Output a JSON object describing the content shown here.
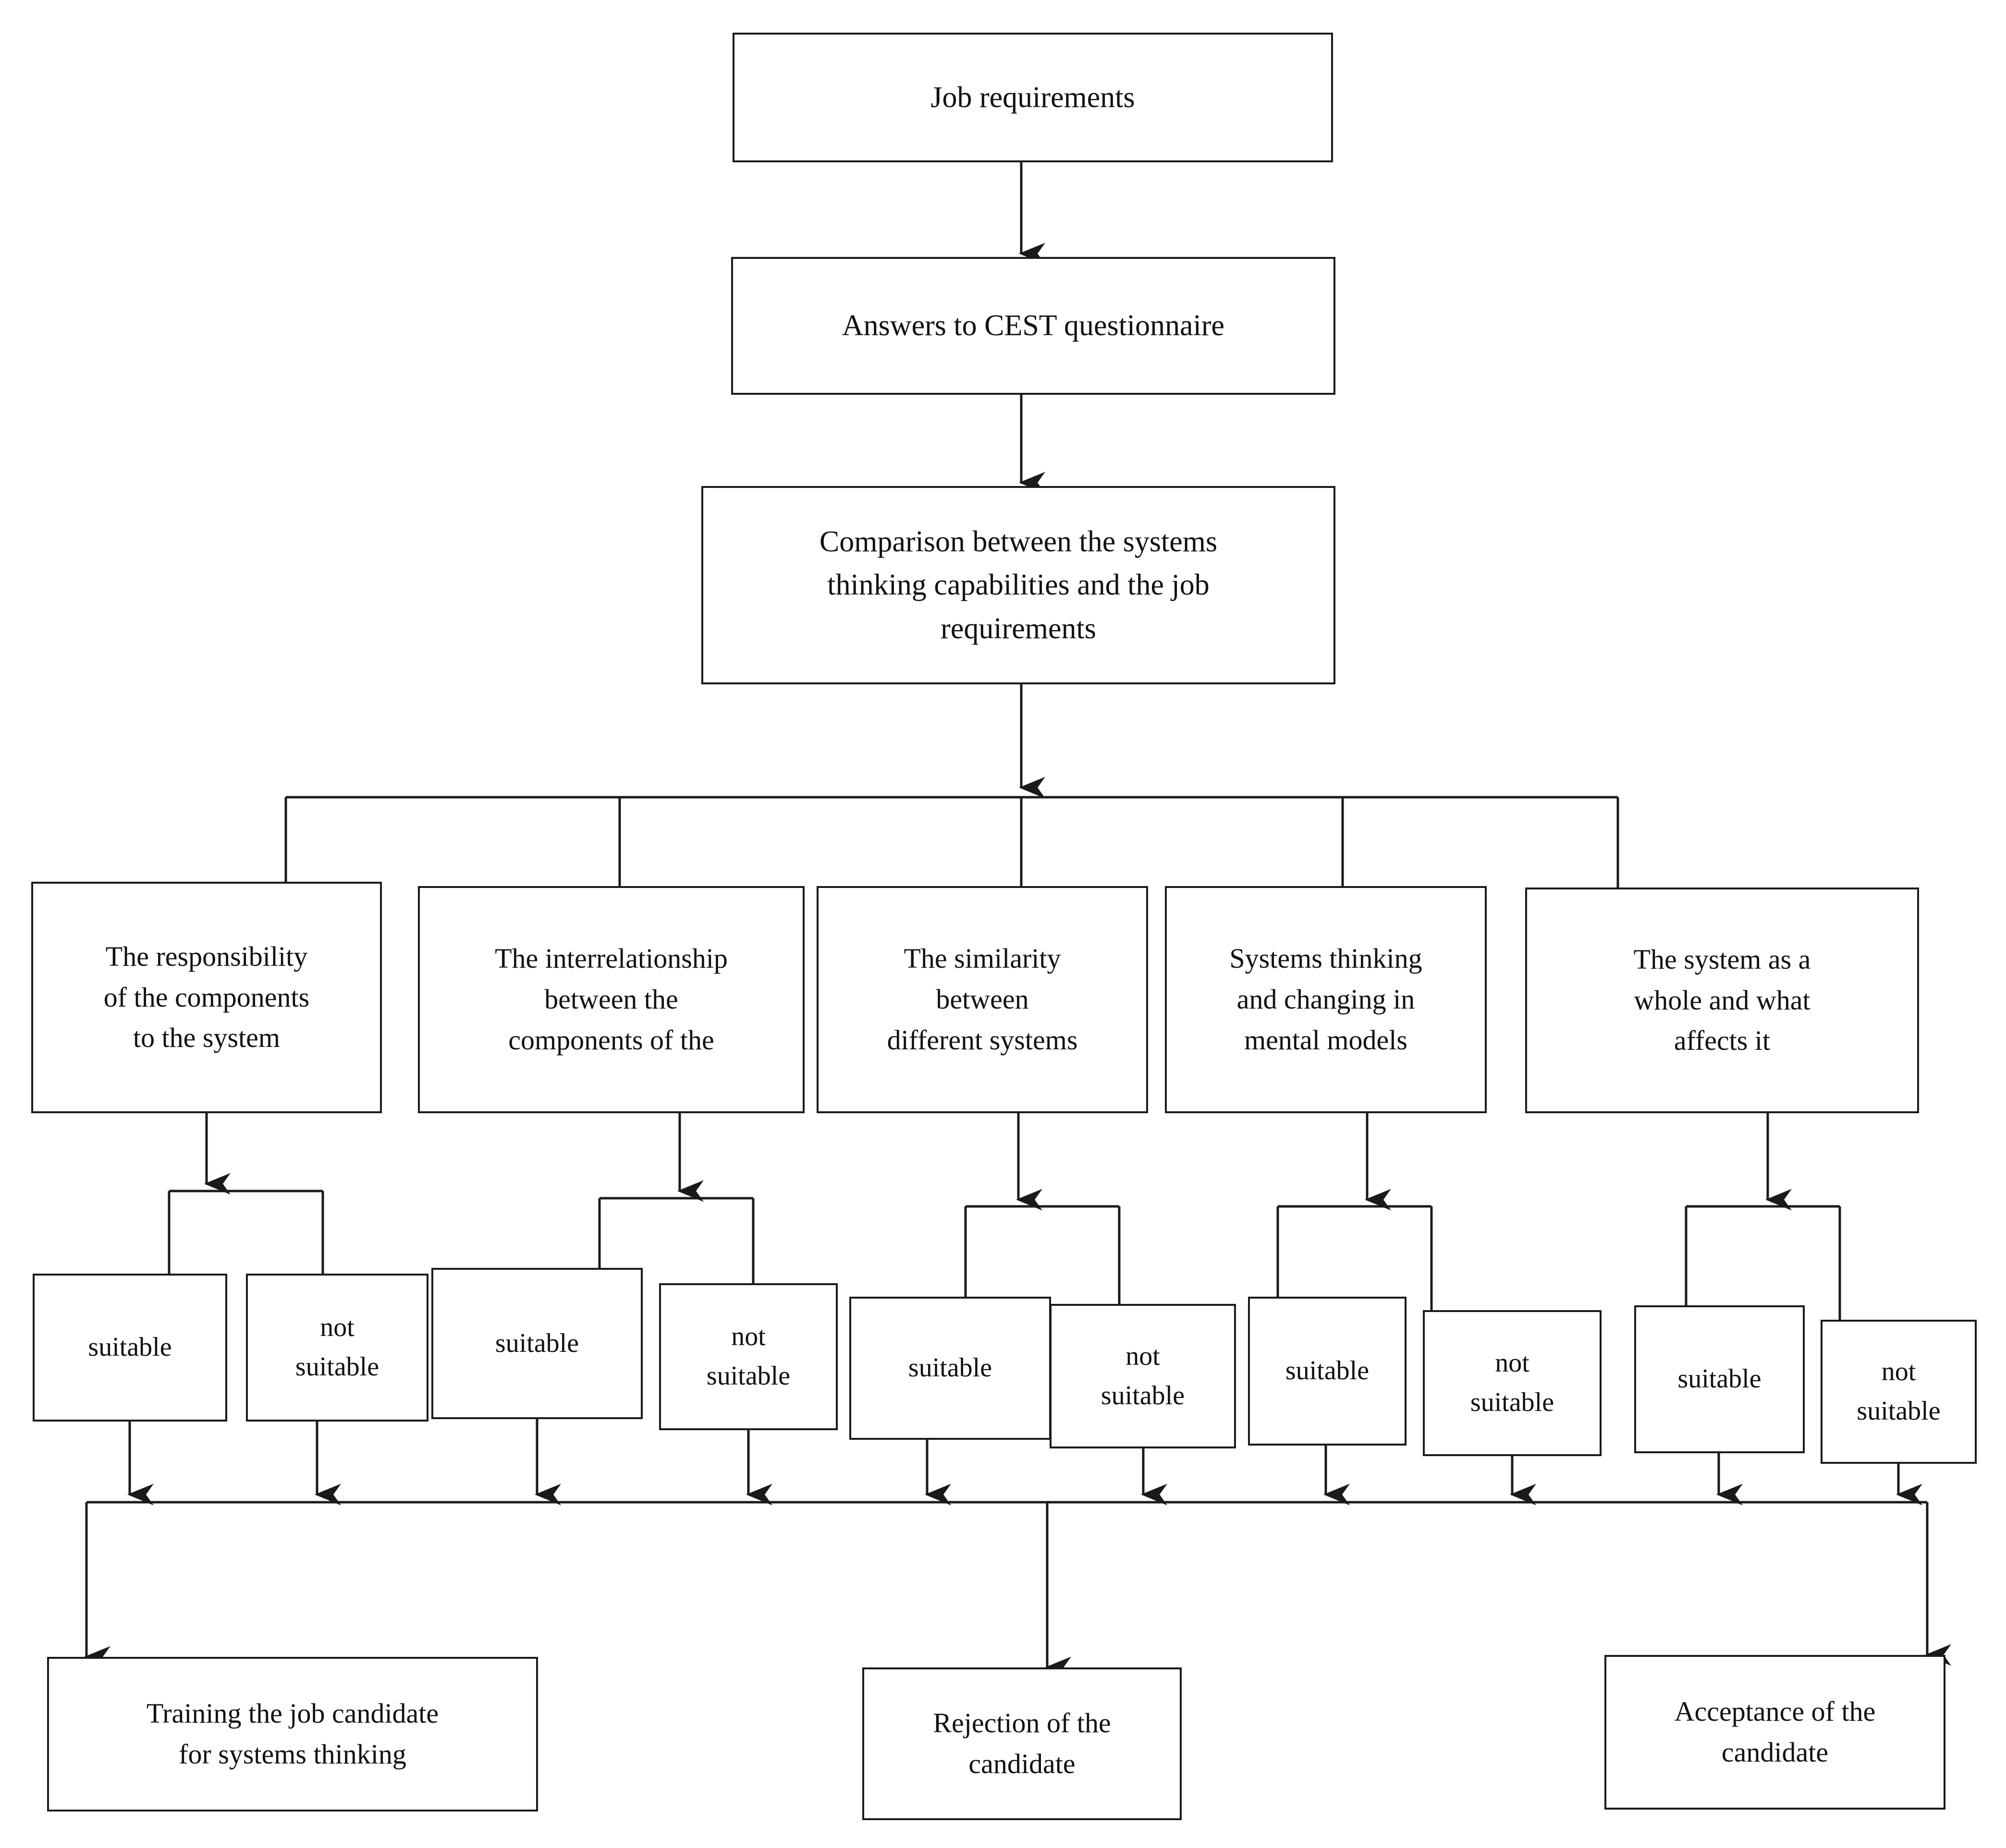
{
  "diagram": {
    "title": "Candidate systems-thinking assessment flowchart",
    "colors": {
      "stroke": "#1a1a1a",
      "background": "#ffffff",
      "text": "#111111"
    },
    "nodes": {
      "job_requirements": "Job requirements",
      "answers_cest": "Answers to CEST questionnaire",
      "comparison": "Comparison between the systems\nthinking capabilities and the job\nrequirements",
      "capabilities": [
        "The responsibility\nof the components\nto the system",
        "The interrelationship\nbetween the\ncomponents of the",
        "The similarity\nbetween\ndifferent systems",
        "Systems thinking\nand changing in\nmental models",
        "The system as a\nwhole and what\naffects it"
      ],
      "verdicts": [
        "suitable",
        "not\nsuitable",
        "suitable",
        "not\nsuitable",
        "suitable",
        "not\nsuitable",
        "suitable",
        "not\nsuitable",
        "suitable",
        "not\nsuitable"
      ],
      "outcomes": [
        "Training the job candidate\nfor systems thinking",
        "Rejection of the\ncandidate",
        "Acceptance of the\ncandidate"
      ]
    }
  },
  "chart_data": {
    "type": "diagram",
    "title": "Candidate systems-thinking assessment flowchart",
    "flow": [
      {
        "from": "Job requirements",
        "to": "Answers to CEST questionnaire"
      },
      {
        "from": "Answers to CEST questionnaire",
        "to": "Comparison between the systems thinking capabilities and the job requirements"
      },
      {
        "from": "Comparison between the systems thinking capabilities and the job requirements",
        "to": "The responsibility of the components to the system"
      },
      {
        "from": "Comparison between the systems thinking capabilities and the job requirements",
        "to": "The interrelationship between the components of the"
      },
      {
        "from": "Comparison between the systems thinking capabilities and the job requirements",
        "to": "The similarity between different systems"
      },
      {
        "from": "Comparison between the systems thinking capabilities and the job requirements",
        "to": "Systems thinking and changing in mental models"
      },
      {
        "from": "Comparison between the systems thinking capabilities and the job requirements",
        "to": "The system as a whole and what affects it"
      },
      {
        "from": "The responsibility of the components to the system",
        "to": "suitable / not suitable"
      },
      {
        "from": "The interrelationship between the components of the",
        "to": "suitable / not suitable"
      },
      {
        "from": "The similarity between different systems",
        "to": "suitable / not suitable"
      },
      {
        "from": "Systems thinking and changing in mental models",
        "to": "suitable / not suitable"
      },
      {
        "from": "The system as a whole and what affects it",
        "to": "suitable / not suitable"
      },
      {
        "from": "all suitable / not suitable",
        "to": "Training the job candidate for systems thinking"
      },
      {
        "from": "all suitable / not suitable",
        "to": "Rejection of the candidate"
      },
      {
        "from": "all suitable / not suitable",
        "to": "Acceptance of the candidate"
      }
    ],
    "levels": 5,
    "node_count": 21
  }
}
